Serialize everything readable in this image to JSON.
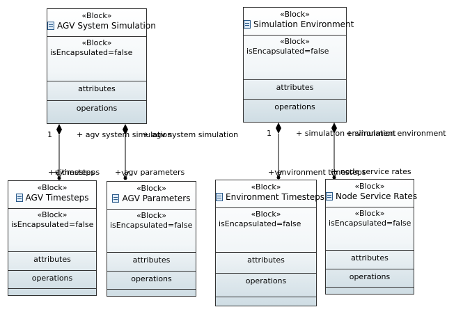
{
  "blocks": {
    "agv_system": {
      "stereotype": "«Block»",
      "name": "AGV System Simulation",
      "prop_stereotype": "«Block»",
      "prop": "isEncapsulated=false",
      "attributes": "attributes",
      "operations": "operations"
    },
    "sim_env": {
      "stereotype": "«Block»",
      "name": "Simulation Environment",
      "prop_stereotype": "«Block»",
      "prop": "isEncapsulated=false",
      "attributes": "attributes",
      "operations": "operations"
    },
    "agv_timesteps": {
      "stereotype": "«Block»",
      "name": "AGV Timesteps",
      "prop_stereotype": "«Block»",
      "prop": "isEncapsulated=false",
      "attributes": "attributes",
      "operations": "operations"
    },
    "agv_params": {
      "stereotype": "«Block»",
      "name": "AGV Parameters",
      "prop_stereotype": "«Block»",
      "prop": "isEncapsulated=false",
      "attributes": "attributes",
      "operations": "operations"
    },
    "env_timesteps": {
      "stereotype": "«Block»",
      "name": "Environment Timesteps",
      "prop_stereotype": "«Block»",
      "prop": "isEncapsulated=false",
      "attributes": "attributes",
      "operations": "operations"
    },
    "node_rates": {
      "stereotype": "«Block»",
      "name": "Node Service Rates",
      "prop_stereotype": "«Block»",
      "prop": "isEncapsulated=false",
      "attributes": "attributes",
      "operations": "operations"
    }
  },
  "labels": {
    "mult_1_left": "1",
    "agv_sys_sim_a": "+ agv system simulation",
    "agv_sys_sim_b": "+ agv system simulation",
    "timesteps_a": "+ timesteps",
    "timesteps_b": "+ timesteps",
    "agv_parameters": "+ agv parameters",
    "mult_1_right": "1",
    "sim_env_a": "+ simulation environment",
    "sim_env_b": "+ simulation environment",
    "env_timesteps_a": "+ environment timesteps",
    "node_service_rates": "+ node service rates"
  }
}
